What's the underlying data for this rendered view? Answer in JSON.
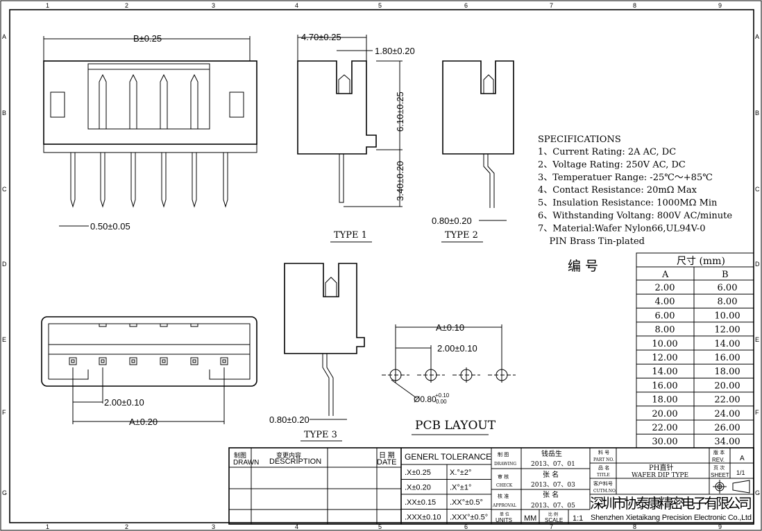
{
  "frame": {
    "columns": [
      "1",
      "2",
      "3",
      "4",
      "5",
      "6",
      "7",
      "8",
      "9"
    ],
    "rows": [
      "A",
      "B",
      "C",
      "D",
      "E",
      "F",
      "G"
    ]
  },
  "dimensions": {
    "b": "B±0.25",
    "pin_width": "0.50±0.05",
    "depth": "4.70±0.25",
    "slot": "1.80±0.20",
    "height": "6.10±0.25",
    "pin_len": "3.40±0.20",
    "offset2": "0.80±0.20",
    "offset3": "0.80±0.20",
    "pitch": "2.00±0.10",
    "a": "A±0.20",
    "pcb_a": "A±0.10",
    "pcb_pitch": "2.00±0.10",
    "hole": "Ø0.80",
    "hole_tol_plus": "+0.10",
    "hole_tol_minus": "0.00"
  },
  "labels": {
    "type1": "TYPE  1",
    "type2": "TYPE  2",
    "type3": "TYPE  3",
    "pcb_layout": "PCB LAYOUT"
  },
  "specifications": {
    "title": "SPECIFICATIONS",
    "items": [
      "1、Current Rating: 2A AC, DC",
      "2、Voltage Rating: 250V AC, DC",
      "3、Temperatuer Range: -25℃～+85℃",
      "4、Contact Resistance: 20mΩ  Max",
      "5、Insulation Resistance: 1000MΩ  Min",
      "6、Withstanding Voltang: 800V AC/minute",
      "7、Material:Wafer Nylon66,UL94V-0",
      "   PIN Brass Tin-plated"
    ]
  },
  "size_table": {
    "label": "编  号",
    "header": "尺寸 (mm)",
    "col_a": "A",
    "col_b": "B",
    "rows": [
      [
        "2.00",
        "6.00"
      ],
      [
        "4.00",
        "8.00"
      ],
      [
        "6.00",
        "10.00"
      ],
      [
        "8.00",
        "12.00"
      ],
      [
        "10.00",
        "14.00"
      ],
      [
        "12.00",
        "16.00"
      ],
      [
        "14.00",
        "18.00"
      ],
      [
        "16.00",
        "20.00"
      ],
      [
        "18.00",
        "22.00"
      ],
      [
        "20.00",
        "24.00"
      ],
      [
        "22.00",
        "26.00"
      ],
      [
        "30.00",
        "34.00"
      ]
    ]
  },
  "title_block": {
    "drawn_cn": "制图",
    "drawn": "DRAWN",
    "desc_cn": "变更内容",
    "desc": "DESCRIPTION",
    "date_cn": "日 期",
    "date": "DATE",
    "tolerance_title": "GENERL  TOLERANCE",
    "tolerances": [
      [
        ".X±0.25",
        "X.°±2°"
      ],
      [
        ".X±0.20",
        ".X°±1°"
      ],
      [
        ".XX±0.15",
        ".XX°±0.5°"
      ],
      [
        ".XXX±0.10",
        ".XXX°±0.5°"
      ]
    ],
    "drawing_cn": "制  图",
    "drawing": "DRAWING",
    "drawing_name": "钱岳生",
    "drawing_date": "2013、07、01",
    "check_cn": "审  核",
    "check": "CHECK",
    "check_name": "张  名",
    "check_date": "2013、07、03",
    "approval_cn": "核  准",
    "approval": "APPROVAL",
    "approval_name": "张  名",
    "approval_date": "2013、07、05",
    "units_cn": "单 位",
    "units": "UNITS",
    "units_value": "MM",
    "scale_cn": "比 例",
    "scale": "SCALE",
    "scale_value": "1:1",
    "part_no_cn": "料 号",
    "part_no": "PART NO.",
    "title_cn": "品 名",
    "title": "TITLE",
    "title_value_cn": "PH直针",
    "title_value": "WAFER DIP TYPE",
    "cust_no_cn": "客户料号",
    "cust_no": "CUTM.NO.",
    "rev_cn": "版 本",
    "rev": "REV.",
    "rev_value": "A",
    "sheet_cn": "页 次",
    "sheet": "SHEET",
    "sheet_value": "1/1",
    "company_cn": "深圳市协泰康精密电子有限公司",
    "company_en": "Shenzhen Xietaikang Precision Electronic Co.,Ltd"
  }
}
